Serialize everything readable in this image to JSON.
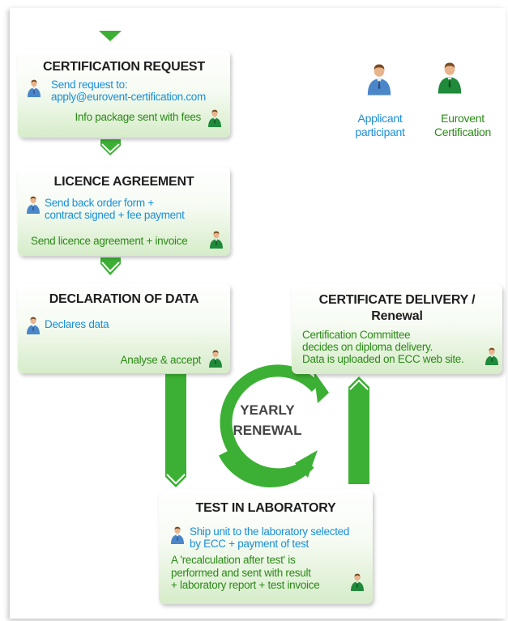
{
  "legend": {
    "applicant": "Applicant\nparticipant",
    "eurovent": "Eurovent\nCertification"
  },
  "steps": {
    "certification_request": {
      "title": "CERTIFICATION REQUEST",
      "applicant_text": "Send request to:\napply@eurovent-certification.com",
      "eurovent_text": "Info package sent with fees"
    },
    "licence_agreement": {
      "title": "LICENCE AGREEMENT",
      "applicant_text": "Send back order form +\ncontract signed + fee payment",
      "eurovent_text": "Send licence agreement + invoice"
    },
    "declaration_of_data": {
      "title": "DECLARATION OF DATA",
      "applicant_text": "Declares data",
      "eurovent_text": "Analyse & accept"
    },
    "certificate_delivery": {
      "title": "CERTIFICATE DELIVERY /\nRenewal",
      "eurovent_text": "Certification Committee\ndecides on diploma delivery.\nData is uploaded on ECC web site."
    },
    "test_in_laboratory": {
      "title": "TEST IN LABORATORY",
      "applicant_text": "Ship unit to the laboratory selected\nby ECC + payment of test",
      "eurovent_text": "A 'recalculation after test' is\nperformed and sent with result\n+ laboratory report + test invoice"
    }
  },
  "cycle": {
    "line1": "YEARLY",
    "line2": "RENEWAL"
  },
  "colors": {
    "applicant_text": "#1a8fd8",
    "eurovent_text": "#2b8a17",
    "arrow_green": "#3cb034",
    "applicant_shirt": "#4a86c8",
    "eurovent_shirt": "#1f8a3a"
  },
  "icons": {
    "applicant": "applicant-person-icon",
    "eurovent": "eurovent-person-icon"
  }
}
